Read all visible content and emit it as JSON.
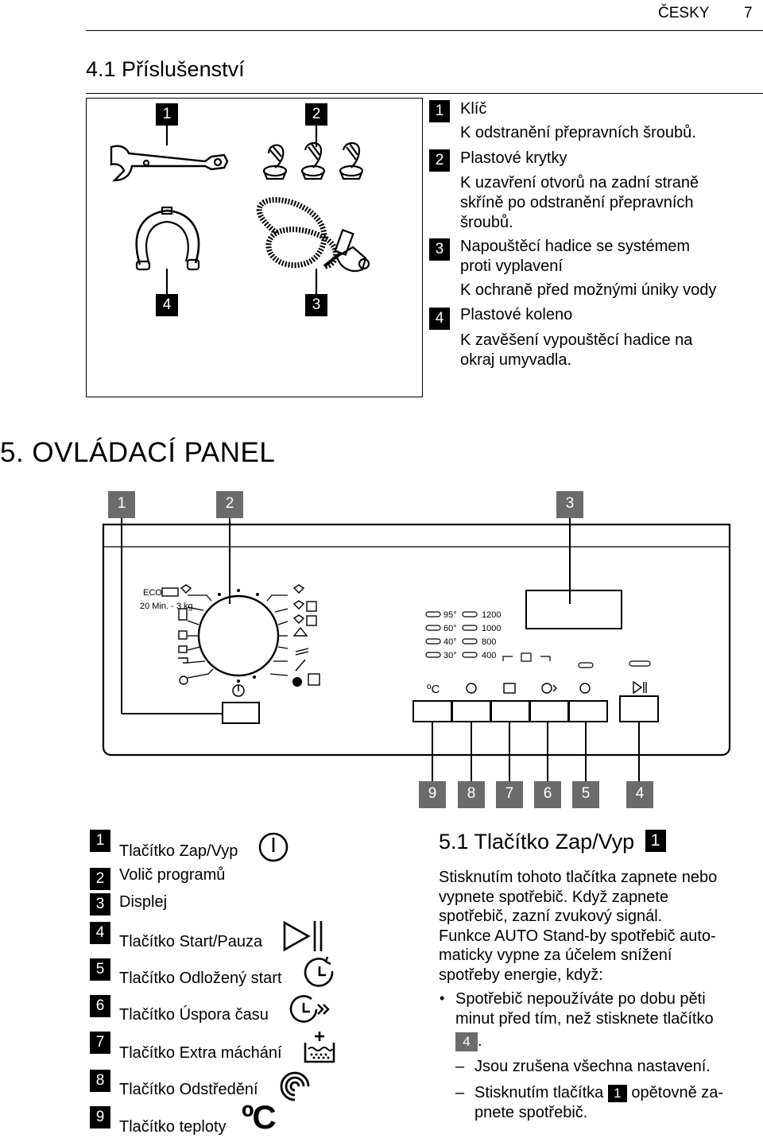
{
  "header": {
    "language": "ČESKY",
    "page_number": "7"
  },
  "accessories": {
    "heading": "4.1 Příslušenství",
    "figure_labels": [
      "1",
      "2",
      "4",
      "3"
    ],
    "items": [
      {
        "num": "1",
        "title": "Klíč",
        "desc": "K odstranění přepravních šroubů."
      },
      {
        "num": "2",
        "title": "Plastové krytky",
        "desc_lines": [
          "K uzavření otvorů na zadní straně",
          "skříně po odstranění přepravních",
          "šroubů."
        ]
      },
      {
        "num": "3",
        "title_lines": [
          "Napouštěcí hadice se systémem",
          "proti vyplavení"
        ],
        "desc": "K ochraně před možnými úniky vody"
      },
      {
        "num": "4",
        "title": "Plastové koleno",
        "desc_lines": [
          "K zavěšení vypouštěcí hadice na",
          "okraj umyvadla."
        ]
      }
    ]
  },
  "control_panel": {
    "heading": "5. OVLÁDACÍ PANEL",
    "top_labels": [
      "1",
      "2",
      "3"
    ],
    "bottom_labels": [
      "9",
      "8",
      "7",
      "6",
      "5",
      "4"
    ],
    "panel_text": {
      "eco": "ECO",
      "min": "20 Min. - 3 kg",
      "temps": [
        "95°",
        "60°",
        "40°",
        "30°"
      ],
      "spins": [
        "1200",
        "1000",
        "800",
        "400"
      ],
      "celsius": "ºC"
    },
    "legend": [
      {
        "num": "1",
        "label": "Tlačítko Zap/Vyp",
        "icon": "power-icon"
      },
      {
        "num": "2",
        "label": "Volič programů"
      },
      {
        "num": "3",
        "label": "Displej"
      },
      {
        "num": "4",
        "label": "Tlačítko Start/Pauza",
        "icon": "start-pause-icon"
      },
      {
        "num": "5",
        "label": "Tlačítko Odložený start",
        "icon": "delay-start-icon"
      },
      {
        "num": "6",
        "label": "Tlačítko Úspora času",
        "icon": "time-save-icon"
      },
      {
        "num": "7",
        "label": "Tlačítko Extra máchání",
        "icon": "extra-rinse-icon"
      },
      {
        "num": "8",
        "label": "Tlačítko Odstředění",
        "icon": "spin-icon"
      },
      {
        "num": "9",
        "label": "Tlačítko teploty",
        "icon": "temperature-icon",
        "icon_text": "ºC"
      }
    ]
  },
  "section_51": {
    "heading": "5.1 Tlačítko Zap/Vyp",
    "heading_badge": "1",
    "para_lines": [
      "Stisknutím tohoto tlačítka zapnete nebo",
      "vypnete spotřebič. Když zapnete",
      "spotřebič, zazní zvukový signál.",
      "Funkce AUTO Stand-by spotřebič auto-",
      "maticky vypne za účelem snížení",
      "spotřeby energie, když:"
    ],
    "bullet": {
      "marker": "•",
      "line1": "Spotřebič nepoužíváte po dobu pěti",
      "line2": "minut před tím, než stisknete tlačítko",
      "badge": "4",
      "after_badge": "."
    },
    "dash_items": [
      {
        "marker": "–",
        "text": "Jsou zrušena všechna nastavení."
      },
      {
        "marker": "–",
        "pre": "Stisknutím tlačítka",
        "badge": "1",
        "post": "opětovně za-",
        "line2": "pnete spotřebič."
      }
    ]
  }
}
